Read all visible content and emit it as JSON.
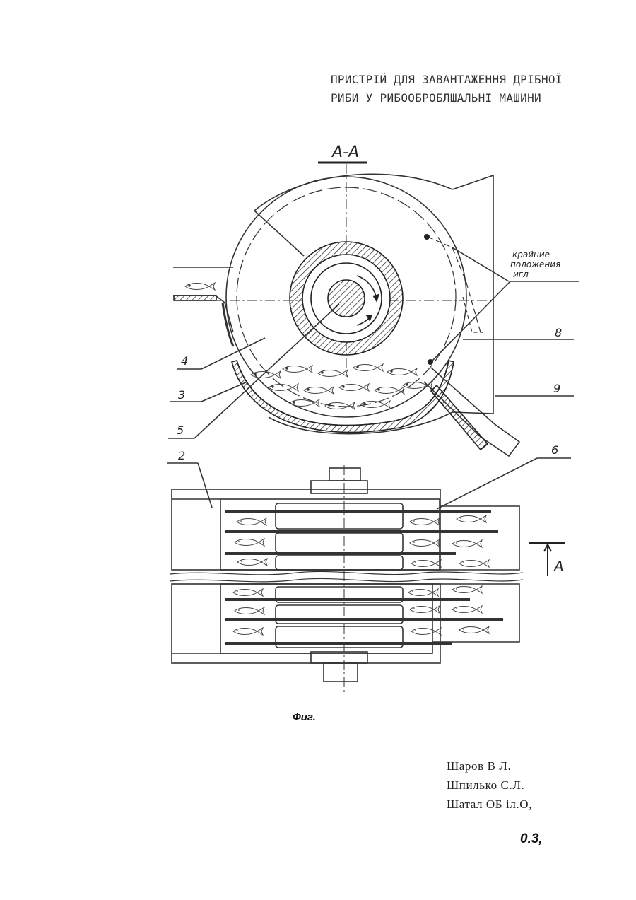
{
  "title": {
    "line1": "ПРИСТРІЙ ДЛЯ ЗАВАНТАЖЕННЯ ДРІБНОЇ",
    "line2": "РИБИ У РИБООБРОБЛШАЛЬНІ МАШИНИ"
  },
  "drawing": {
    "section_label": "A-A",
    "annotation": [
      "крайние",
      "положения",
      "игл"
    ],
    "part_numbers": [
      "8",
      "9",
      "4",
      "3",
      "5",
      "2",
      "6"
    ],
    "section_marker": "A"
  },
  "caption": "Фиг.",
  "authors": [
    "Шаров В Л.",
    "Шпилько С.Л.",
    "Шатал ОБ іл.О,"
  ],
  "page_code": "0.3,"
}
